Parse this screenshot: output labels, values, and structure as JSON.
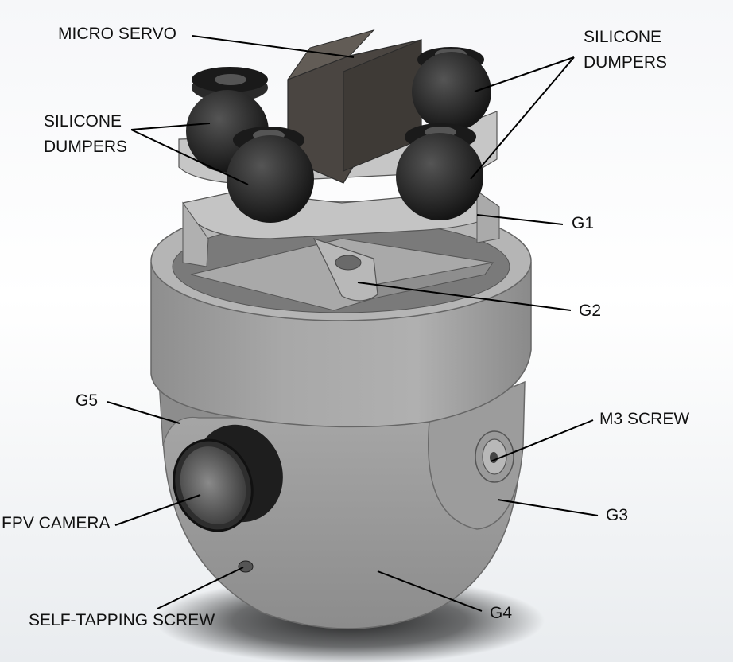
{
  "labels": {
    "micro_servo": "MICRO SERVO",
    "silicone_dumpers_right_line1": "SILICONE",
    "silicone_dumpers_right_line2": "DUMPERS",
    "silicone_dumpers_left_line1": "SILICONE",
    "silicone_dumpers_left_line2": "DUMPERS",
    "g1": "G1",
    "g2": "G2",
    "g3": "G3",
    "g4": "G4",
    "g5": "G5",
    "m3_screw": "M3 SCREW",
    "fpv_camera": "FPV CAMERA",
    "self_tapping_screw": "SELF-TAPPING SCREW"
  },
  "colors": {
    "body_gray": "#9a9a9a",
    "dark_gray": "#555555",
    "damper_black": "#222222",
    "servo_brown": "#4a4541",
    "leader_line": "#000000"
  }
}
